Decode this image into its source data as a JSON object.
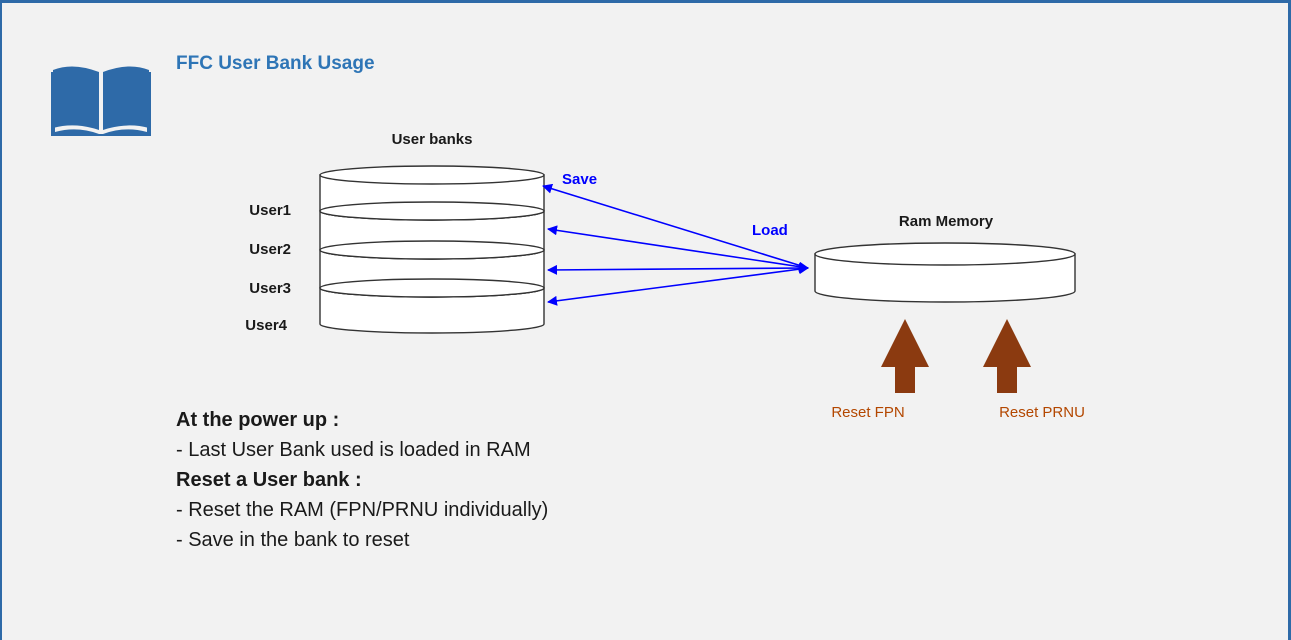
{
  "header": {
    "title": "FFC User Bank Usage"
  },
  "icons": {
    "book": "book-icon"
  },
  "colors": {
    "accent": "#2e75b6",
    "arrow_blue": "#0000ff",
    "reset_arrow": "#8b3a10",
    "reset_text": "#b34700"
  },
  "diagram": {
    "user_banks_label": "User banks",
    "banks": [
      "User1",
      "User2",
      "User3",
      "User4"
    ],
    "save_label": "Save",
    "load_label": "Load",
    "ram_label": "Ram Memory",
    "reset_fpn_label": "Reset FPN",
    "reset_prnu_label": "Reset PRNU"
  },
  "notes": {
    "power_up_heading": "At the power up :",
    "power_up_items": [
      "- Last User Bank used is loaded in RAM"
    ],
    "reset_heading": "Reset a User bank :",
    "reset_items": [
      "- Reset the RAM (FPN/PRNU individually)",
      "- Save in the bank to reset"
    ]
  }
}
